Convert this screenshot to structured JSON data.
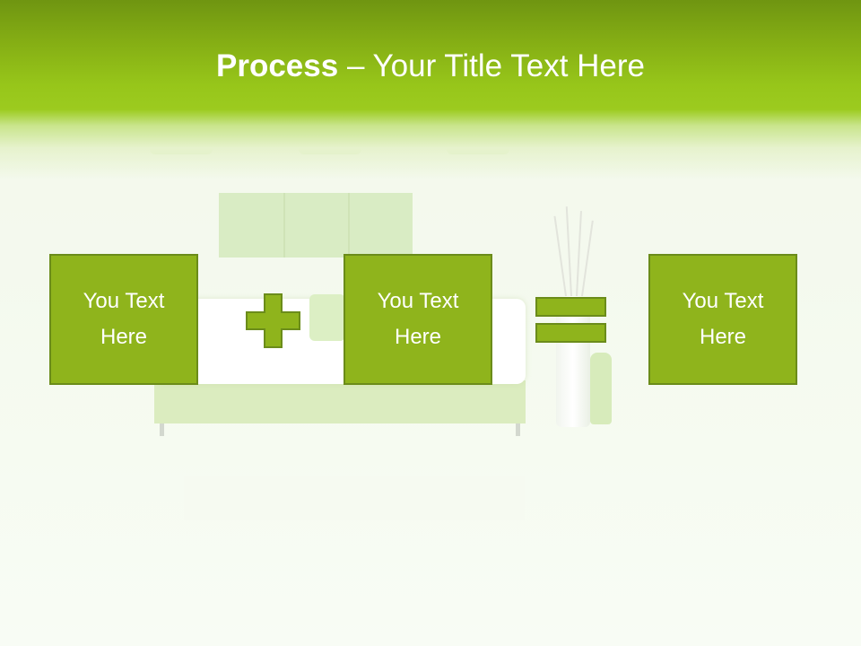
{
  "title": {
    "bold": "Process",
    "rest": " – Your Title Text Here"
  },
  "boxes": [
    {
      "text": "You Text\nHere"
    },
    {
      "text": "You Text\nHere"
    },
    {
      "text": "You Text\nHere"
    }
  ],
  "operators": {
    "first": "plus",
    "second": "equals"
  },
  "colors": {
    "accent": "#8fb41c",
    "accent_border": "#6b8c1a",
    "title_band": "#9ccb1f",
    "text": "#ffffff"
  }
}
